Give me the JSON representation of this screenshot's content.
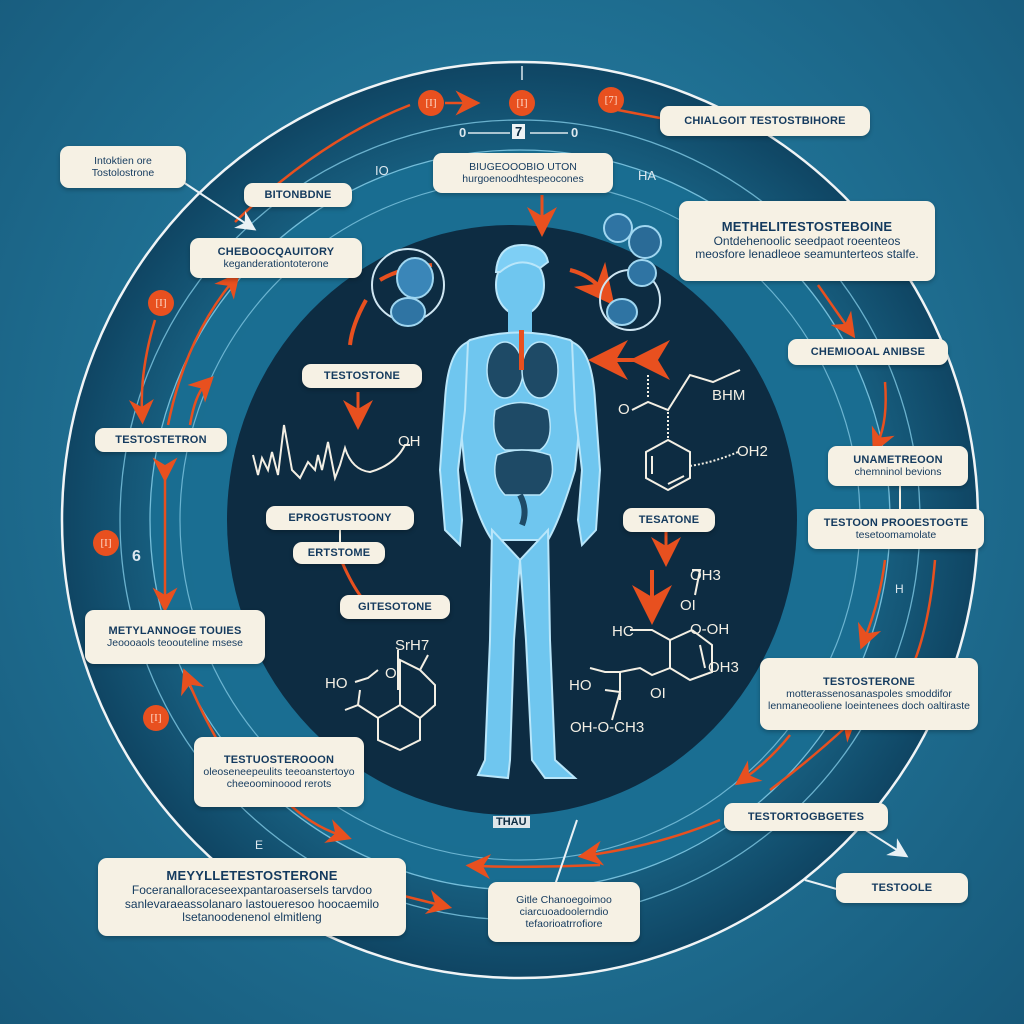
{
  "colors": {
    "background": "#1f6f92",
    "ring_dark": "#0f3f5c",
    "center_disc": "#0d2c42",
    "accent_orange": "#e8501f",
    "label_bg": "#f6f1e4",
    "label_text": "#143a5e",
    "figure_blue": "#6fc6ef"
  },
  "top_scale": {
    "badges": [
      "[I]",
      "[I]",
      "[7]"
    ],
    "ticks": [
      "0",
      "7",
      "0"
    ],
    "side_markers": [
      "IO",
      "HA"
    ]
  },
  "labels": {
    "intro": {
      "title": "Intoktien ore",
      "body": "Tostolostrone"
    },
    "bitonbone": {
      "title": "BITONBDNE"
    },
    "chemical_activity": {
      "title": "CHEBOOCQAUITORY",
      "body": "keganderationtoterone"
    },
    "top_center": {
      "title": "BIUGEOOOBIO UTON",
      "body": "hurgoenoodhtespeocones"
    },
    "top_right": {
      "title": "CHIALGOIT TESTOSTBIHORE"
    },
    "methyl_right": {
      "title": "METHELITESTOSTEBOINE",
      "body": "Ontdehenoolic seedpaot roeenteos meosfore lenadleoe seamunterteos stalfe."
    },
    "chemical_analysis": {
      "title": "CHEMIOOAL ANIBSE"
    },
    "unametreoon": {
      "title": "UNAMETREOON",
      "body": "chemninol bevions"
    },
    "testosteron_processing": {
      "title": "TESTOON PROOESTOGTE",
      "body": "tesetoomamolate"
    },
    "testosteron_right": {
      "title": "TESTOSTERONE",
      "body": "motterassenosanaspoles smoddifor lenmaneooliene loeintenees doch oaltiraste"
    },
    "testoroges": {
      "title": "TESTORTOGBGETES"
    },
    "testoole": {
      "title": "TESTOOLE"
    },
    "testosteron_left": {
      "title": "TESTOSTETRON"
    },
    "methyl_tones": {
      "title": "METYLANNOGE TOUIES",
      "body": "Jeoooaols teoouteline msese"
    },
    "testosteron_lower": {
      "title": "TESTUOSTEROOON",
      "body": "oleoseneepeulits teeoanstertoyo cheeoominoood rerots"
    },
    "methyl_bottom": {
      "title": "MEYYLLETESTOSTERONE",
      "body": "Foceranalloraceseexpantaroasersels tarvdoo sanlevaraeassolanaro lastoueresoo hoocaemilo lsetanoodenenol elmitleng"
    },
    "bottom_center": {
      "title": "",
      "body": "Gitle Chanoegoimoo ciarcuoadoolerndio tefaorioatrrofiore"
    },
    "testostone_center": {
      "title": "TESTOSTONE"
    },
    "eprogestone": {
      "title": "EPROGTUSTOONY"
    },
    "ertstome": {
      "title": "ERTSTOME"
    },
    "gitesotone": {
      "title": "GITESOTONE"
    },
    "tesatone": {
      "title": "TESATONE"
    }
  },
  "side_badges": [
    "[I]",
    "[I]",
    "[I]"
  ],
  "markers": {
    "six": "6",
    "h": "H",
    "e": "E",
    "thau": "THAU"
  },
  "molecules": {
    "left_wave": {
      "group": "OH"
    },
    "right_top": {
      "groups": [
        "O",
        "BHM",
        "OH2"
      ]
    },
    "right_bottom": {
      "groups": [
        "OH3",
        "OI",
        "HC",
        "O-OH",
        "OH3",
        "HO",
        "OI",
        "OH-O-CH3"
      ]
    },
    "left_bottom": {
      "groups": [
        "SrH7",
        "HO",
        "O"
      ]
    }
  },
  "figure": {
    "description": "human-body-anatomy"
  }
}
